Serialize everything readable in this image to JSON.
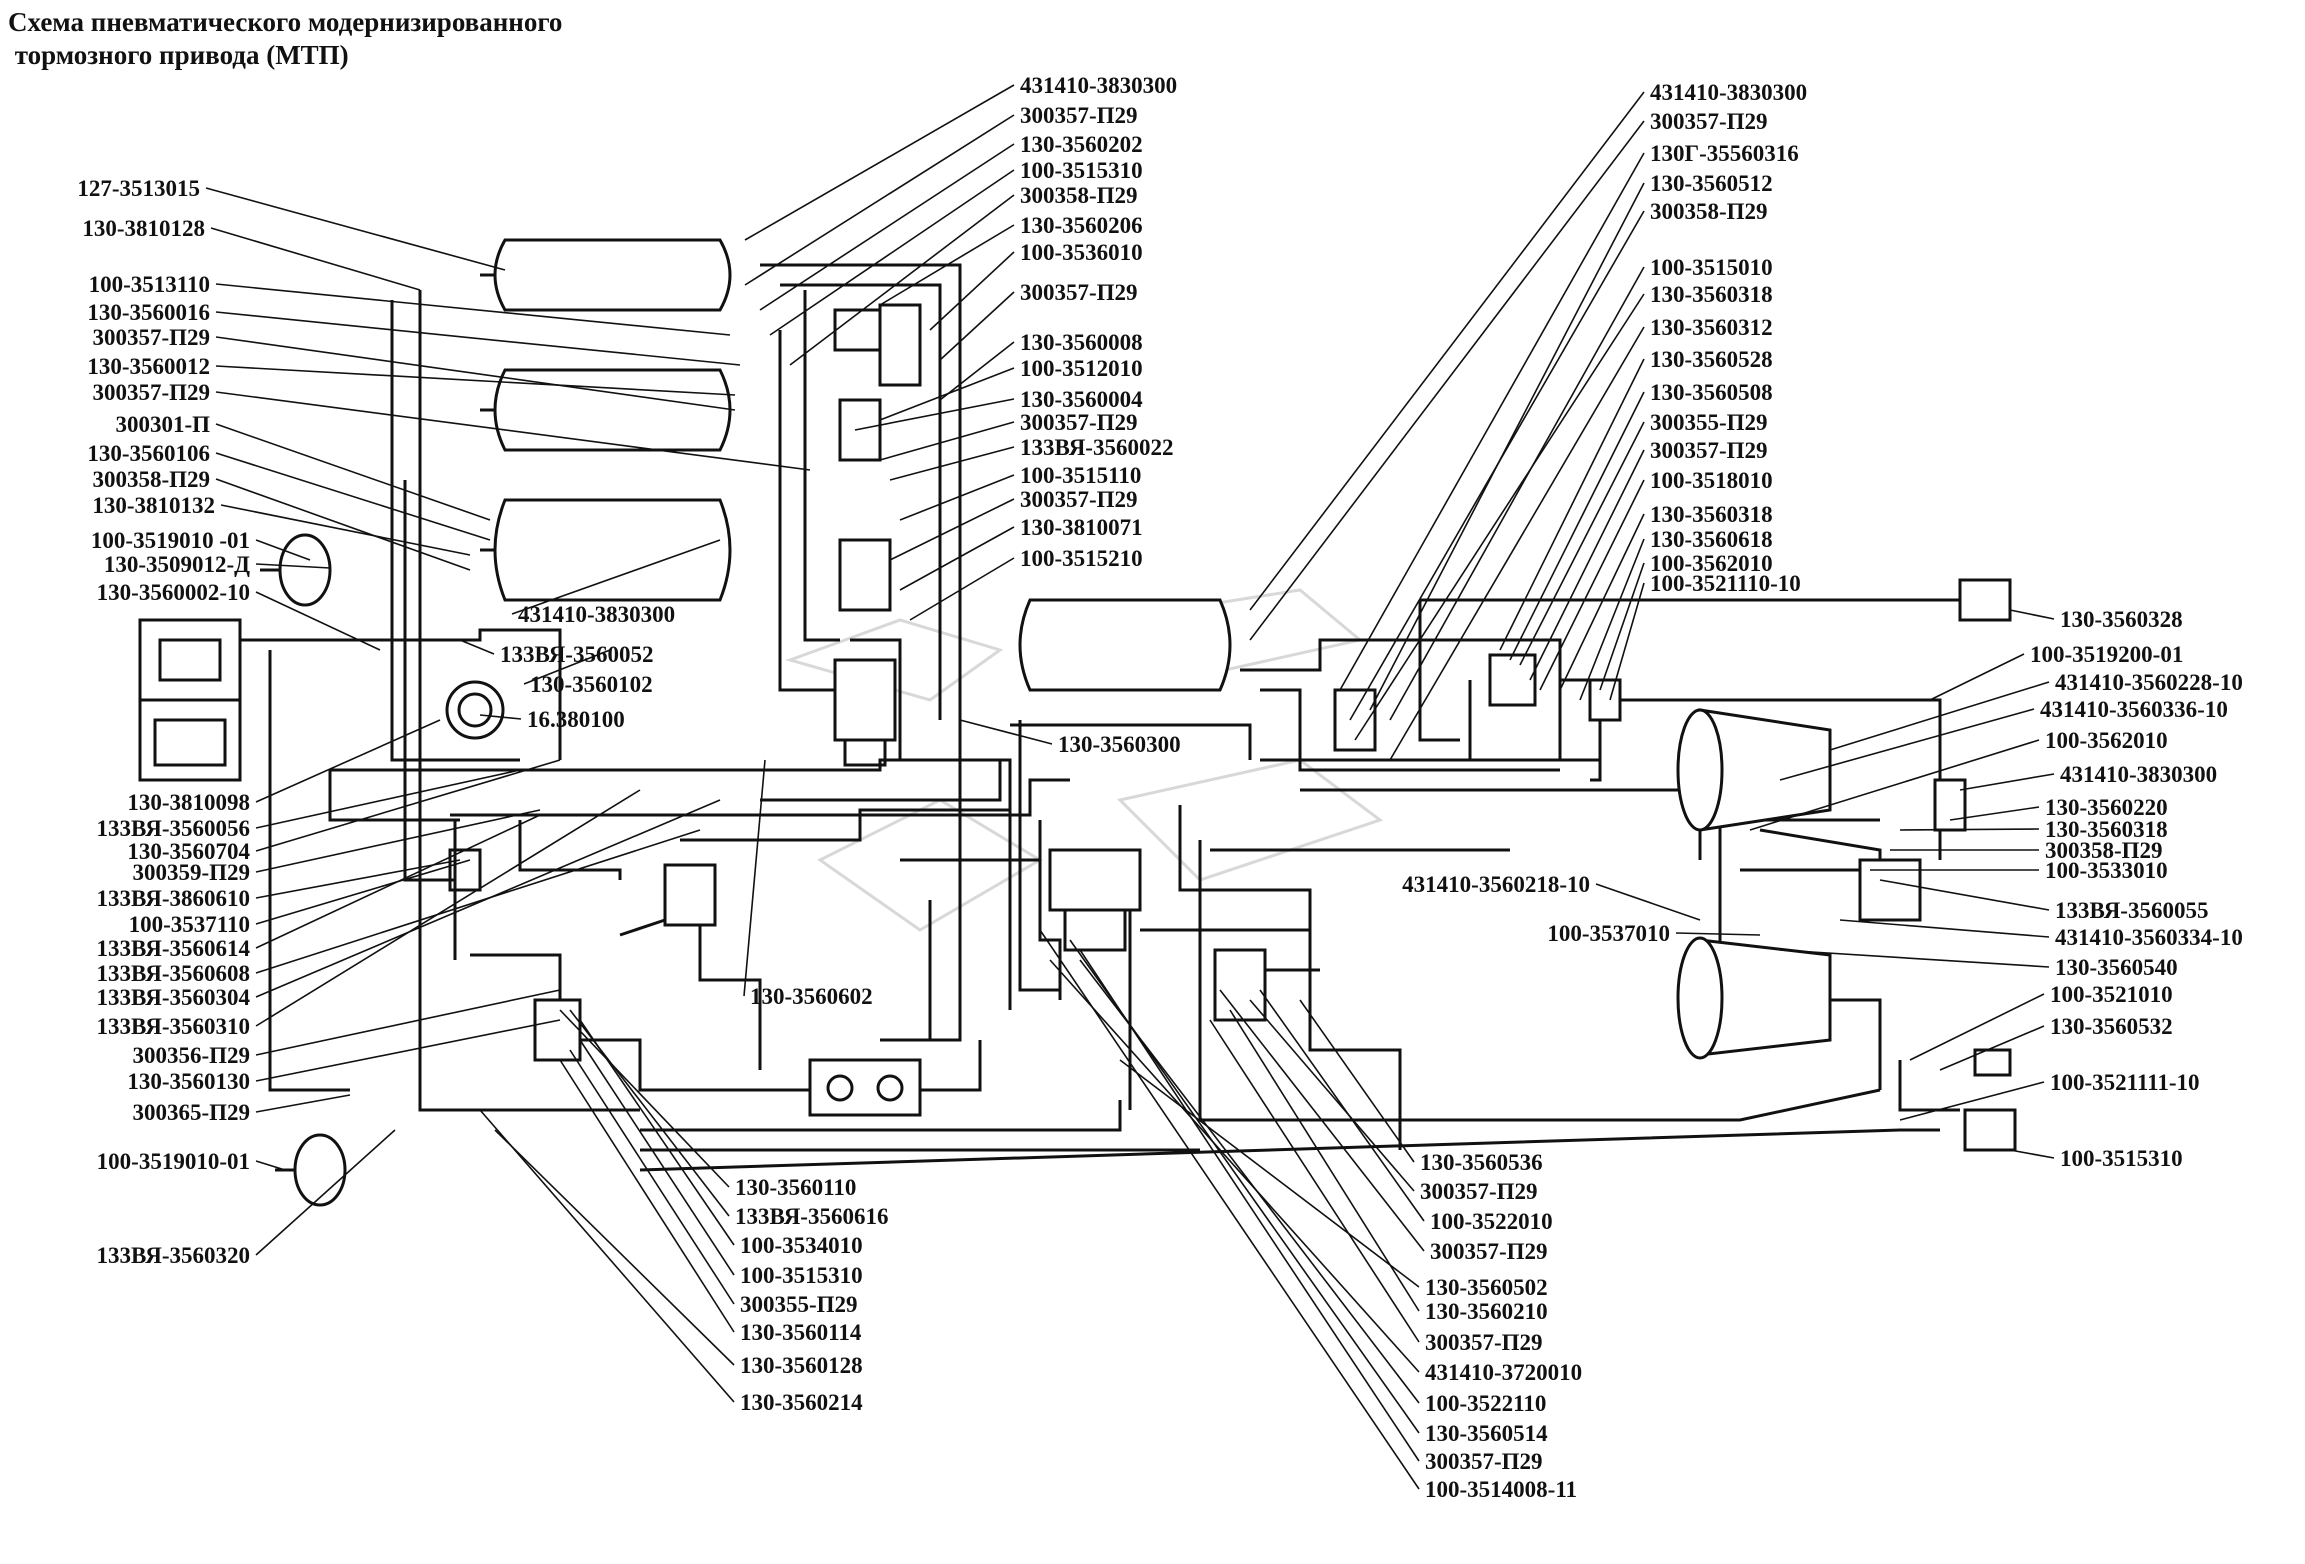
{
  "title": {
    "line1": "Схема пневматического модернизированного",
    "line2": " тормозного привода (МТП)"
  },
  "components": [
    {
      "id": "tank-1",
      "kind": "receiver"
    },
    {
      "id": "tank-2",
      "kind": "receiver"
    },
    {
      "id": "tank-3",
      "kind": "receiver"
    },
    {
      "id": "tank-4",
      "kind": "receiver"
    },
    {
      "id": "compressor",
      "kind": "compressor"
    },
    {
      "id": "pressure-gauge",
      "kind": "gauge"
    },
    {
      "id": "front-brake-chamber",
      "kind": "brake-chamber"
    },
    {
      "id": "bottom-brake-chamber",
      "kind": "brake-chamber"
    },
    {
      "id": "rear-spring-chamber-top",
      "kind": "spring-chamber"
    },
    {
      "id": "rear-spring-chamber-bottom",
      "kind": "spring-chamber"
    },
    {
      "id": "main-brake-valve",
      "kind": "valve"
    },
    {
      "id": "central-valve",
      "kind": "valve"
    },
    {
      "id": "four-circuit-valve",
      "kind": "valve"
    },
    {
      "id": "hand-valve",
      "kind": "valve"
    },
    {
      "id": "right-valve",
      "kind": "valve"
    },
    {
      "id": "trailer-coupling-top",
      "kind": "coupling-head"
    },
    {
      "id": "trailer-coupling-bottom",
      "kind": "coupling-head"
    },
    {
      "id": "trailer-coupling-mid",
      "kind": "coupling-head"
    }
  ],
  "labels": [
    {
      "text": "127-3513015"
    },
    {
      "text": "130-3810128"
    },
    {
      "text": "100-3513110"
    },
    {
      "text": "130-3560016"
    },
    {
      "text": "300357-П29"
    },
    {
      "text": "130-3560012"
    },
    {
      "text": "300357-П29"
    },
    {
      "text": "300301-П"
    },
    {
      "text": "130-3560106"
    },
    {
      "text": "300358-П29"
    },
    {
      "text": "130-3810132"
    },
    {
      "text": "100-3519010 -01"
    },
    {
      "text": "130-3509012-Д"
    },
    {
      "text": "130-3560002-10"
    },
    {
      "text": "130-3810098"
    },
    {
      "text": "133ВЯ-3560056"
    },
    {
      "text": "130-3560704"
    },
    {
      "text": "300359-П29"
    },
    {
      "text": "133ВЯ-3860610"
    },
    {
      "text": "100-3537110"
    },
    {
      "text": "133ВЯ-3560614"
    },
    {
      "text": "133ВЯ-3560608"
    },
    {
      "text": "133ВЯ-3560304"
    },
    {
      "text": "133ВЯ-3560310"
    },
    {
      "text": "300356-П29"
    },
    {
      "text": "130-3560130"
    },
    {
      "text": "300365-П29"
    },
    {
      "text": "100-3519010-01"
    },
    {
      "text": "133ВЯ-3560320"
    },
    {
      "text": "431410-3830300"
    },
    {
      "text": "300357-П29"
    },
    {
      "text": "130-3560202"
    },
    {
      "text": "100-3515310"
    },
    {
      "text": "300358-П29"
    },
    {
      "text": "130-3560206"
    },
    {
      "text": "100-3536010"
    },
    {
      "text": "300357-П29"
    },
    {
      "text": "130-3560008"
    },
    {
      "text": "100-3512010"
    },
    {
      "text": "130-3560004"
    },
    {
      "text": "300357-П29"
    },
    {
      "text": "133ВЯ-3560022"
    },
    {
      "text": "100-3515110"
    },
    {
      "text": "300357-П29"
    },
    {
      "text": "130-3810071"
    },
    {
      "text": "100-3515210"
    },
    {
      "text": "431410-3830300"
    },
    {
      "text": "133ВЯ-3560052"
    },
    {
      "text": "130-3560102"
    },
    {
      "text": "16.380100"
    },
    {
      "text": "130-3560300"
    },
    {
      "text": "130-3560602"
    },
    {
      "text": "431410-3830300"
    },
    {
      "text": "300357-П29"
    },
    {
      "text": "130Г-35560316"
    },
    {
      "text": "130-3560512"
    },
    {
      "text": "300358-П29"
    },
    {
      "text": "100-3515010"
    },
    {
      "text": "130-3560318"
    },
    {
      "text": "130-3560312"
    },
    {
      "text": "130-3560528"
    },
    {
      "text": "130-3560508"
    },
    {
      "text": "300355-П29"
    },
    {
      "text": "300357-П29"
    },
    {
      "text": "100-3518010"
    },
    {
      "text": "130-3560318"
    },
    {
      "text": "130-3560618"
    },
    {
      "text": "100-3562010"
    },
    {
      "text": "100-3521110-10"
    },
    {
      "text": "130-3560328"
    },
    {
      "text": "100-3519200-01"
    },
    {
      "text": "431410-3560228-10"
    },
    {
      "text": "431410-3560336-10"
    },
    {
      "text": "100-3562010"
    },
    {
      "text": "431410-3830300"
    },
    {
      "text": "130-3560220"
    },
    {
      "text": "130-3560318"
    },
    {
      "text": "300358-П29"
    },
    {
      "text": "100-3533010"
    },
    {
      "text": "133ВЯ-3560055"
    },
    {
      "text": "431410-3560334-10"
    },
    {
      "text": "130-3560540"
    },
    {
      "text": "100-3521010"
    },
    {
      "text": "130-3560532"
    },
    {
      "text": "100-3521111-10"
    },
    {
      "text": "100-3515310"
    },
    {
      "text": "431410-3560218-10"
    },
    {
      "text": "100-3537010"
    },
    {
      "text": "130-3560110"
    },
    {
      "text": "133ВЯ-3560616"
    },
    {
      "text": "100-3534010"
    },
    {
      "text": "100-3515310"
    },
    {
      "text": "300355-П29"
    },
    {
      "text": "130-3560114"
    },
    {
      "text": "130-3560128"
    },
    {
      "text": "130-3560214"
    },
    {
      "text": "130-3560536"
    },
    {
      "text": "300357-П29"
    },
    {
      "text": "100-3522010"
    },
    {
      "text": "300357-П29"
    },
    {
      "text": "130-3560502"
    },
    {
      "text": "130-3560210"
    },
    {
      "text": "300357-П29"
    },
    {
      "text": "431410-3720010"
    },
    {
      "text": "100-3522110"
    },
    {
      "text": "130-3560514"
    },
    {
      "text": "300357-П29"
    },
    {
      "text": "100-3514008-11"
    }
  ]
}
